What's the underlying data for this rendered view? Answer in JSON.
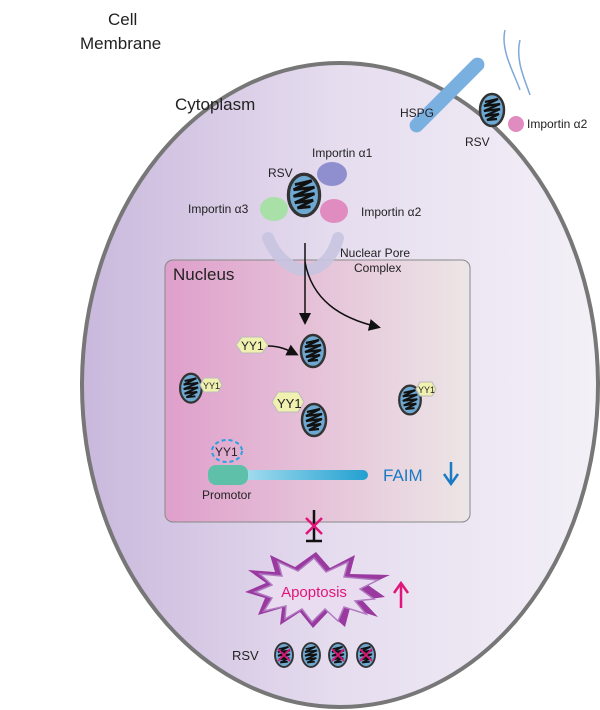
{
  "labels": {
    "cell_membrane_line1": "Cell",
    "cell_membrane_line2": "Membrane",
    "cytoplasm": "Cytoplasm",
    "hspg": "HSPG",
    "rsv_surface": "RSV",
    "importin_a2_surface": "Importin α2",
    "importin_a1": "Importin α1",
    "rsv_complex": "RSV",
    "importin_a3": "Importin α3",
    "importin_a2": "Importin α2",
    "nuclear_pore_line1": "Nuclear Pore",
    "nuclear_pore_line2": "Complex",
    "nucleus": "Nucleus",
    "yy1_a": "YY1",
    "yy1_b": "YY1",
    "yy1_c": "YY1",
    "yy1_d": "YY1",
    "yy1_promotor": "YY1",
    "promotor": "Promotor",
    "faim": "FAIM",
    "apoptosis": "Apoptosis",
    "rsv_bottom": "RSV"
  },
  "colors": {
    "importin_a1": "#8f8fd0",
    "importin_a2": "#e08cc0",
    "importin_a3": "#a8e0a8",
    "virion": "#6ea8d0",
    "yy1": "#f0f0b0",
    "faim_text": "#1a7bc4",
    "apoptosis_text": "#e0157a",
    "inhibition_mark": "#e0157a"
  },
  "indicators": {
    "faim_direction": "down",
    "apoptosis_direction": "up"
  }
}
